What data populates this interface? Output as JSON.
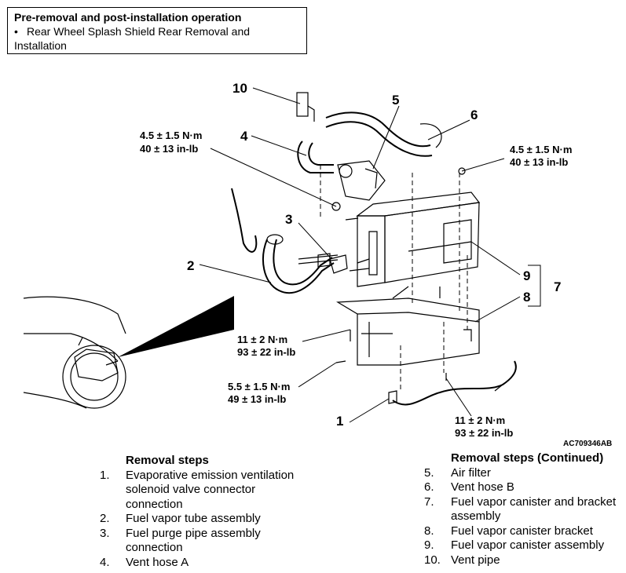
{
  "pre_removal": {
    "title": "Pre-removal and post-installation operation",
    "bullet": "•",
    "item": "Rear Wheel Splash Shield Rear Removal and Installation"
  },
  "callouts": {
    "c1": "1",
    "c2": "2",
    "c3": "3",
    "c4": "4",
    "c5": "5",
    "c6": "6",
    "c7": "7",
    "c8": "8",
    "c9": "9",
    "c10": "10"
  },
  "torque": {
    "t1_nm": "4.5 ± 1.5 N·m",
    "t1_inlb": "40 ± 13 in-lb",
    "t2_nm": "4.5 ± 1.5 N·m",
    "t2_inlb": "40 ± 13 in-lb",
    "t3_nm": "11 ± 2 N·m",
    "t3_inlb": "93 ± 22 in-lb",
    "t4_nm": "5.5 ± 1.5 N·m",
    "t4_inlb": "49 ± 13 in-lb",
    "t5_nm": "11 ± 2 N·m",
    "t5_inlb": "93 ± 22 in-lb"
  },
  "figure_id": "AC709346AB",
  "removal_steps": {
    "heading": "Removal steps",
    "items": [
      {
        "num": "1.",
        "text": "Evaporative emission ventilation solenoid valve connector connection"
      },
      {
        "num": "2.",
        "text": "Fuel vapor tube assembly"
      },
      {
        "num": "3.",
        "text": "Fuel purge pipe assembly connection"
      },
      {
        "num": "4.",
        "text": "Vent hose A"
      }
    ]
  },
  "removal_steps_continued": {
    "heading": "Removal steps (Continued)",
    "items": [
      {
        "num": "5.",
        "text": "Air filter"
      },
      {
        "num": "6.",
        "text": "Vent hose B"
      },
      {
        "num": "7.",
        "text": "Fuel vapor canister and bracket assembly"
      },
      {
        "num": "8.",
        "text": "Fuel vapor canister bracket"
      },
      {
        "num": "9.",
        "text": "Fuel vapor canister assembly"
      },
      {
        "num": "10.",
        "text": "Vent pipe"
      }
    ]
  }
}
